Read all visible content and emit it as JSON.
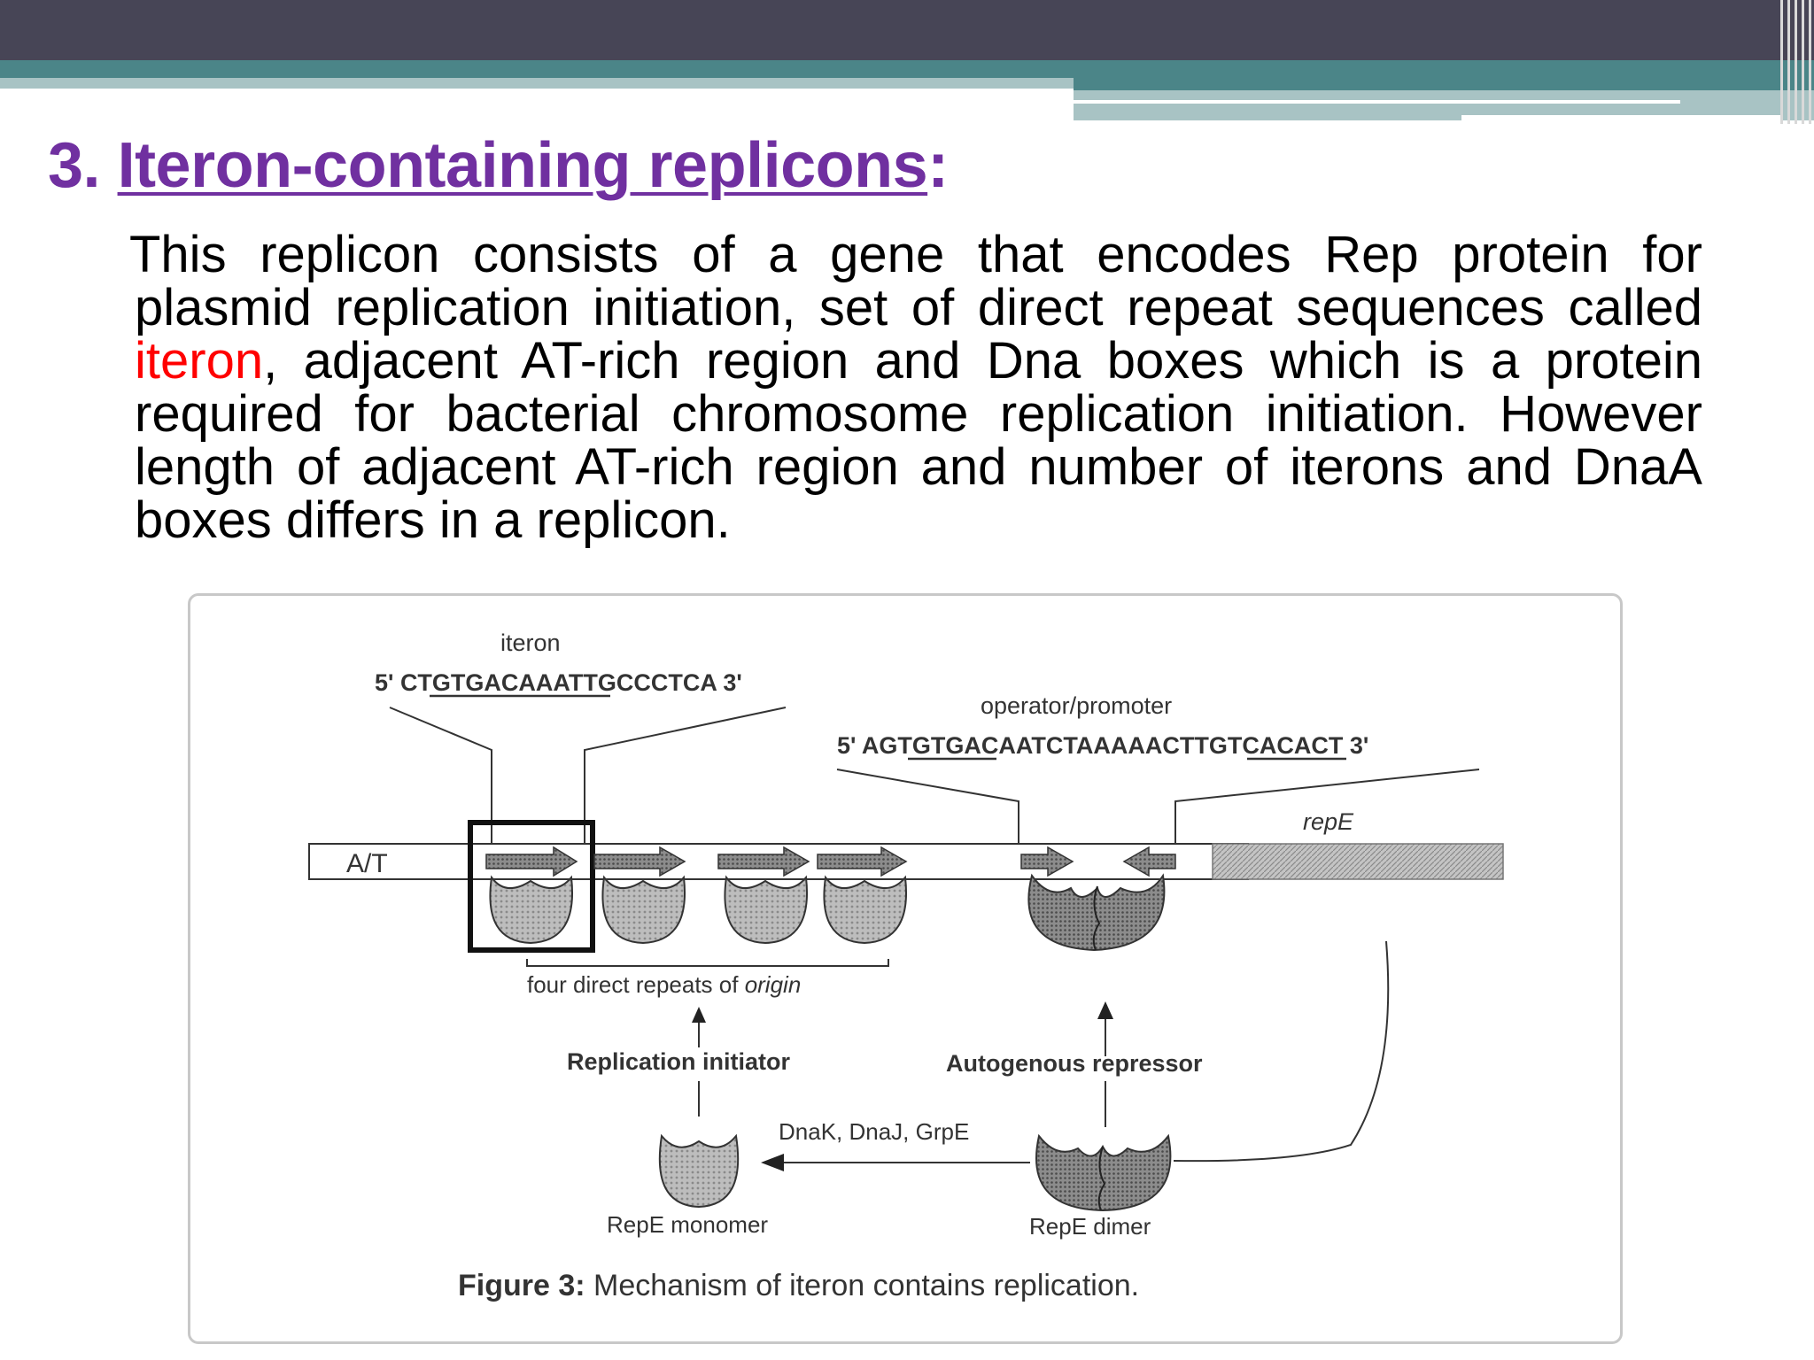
{
  "slide": {
    "number": "3.",
    "title_link": "Iteron-containing replicons",
    "title_suffix": ":",
    "paragraph": {
      "before": "This replicon consists of a gene that encodes Rep protein for plasmid replication initiation, set of direct repeat sequences called ",
      "highlight": "iteron",
      "after": ", adjacent AT-rich region and Dna boxes which is a protein required for bacterial chromosome replication initiation. However length of adjacent AT-rich region and number of iterons and DnaA boxes differs in a replicon."
    },
    "colors": {
      "title": "#7030a0",
      "highlight": "#ff0000",
      "header_dark": "#474556",
      "header_teal": "#4b8588",
      "header_light": "#a8c3c4"
    }
  },
  "figure": {
    "iteron_label": "iteron",
    "iteron_seq": "5' CTGTGACAAATTGCCCTCA 3'",
    "operator_label": "operator/promoter",
    "operator_seq": "5' AGTGTGACAATCTAAAAACTTGTCACACT 3'",
    "at_label": "A/T",
    "repe_label": "repE",
    "repeats_label": "four direct repeats of ",
    "repeats_label_italic": "origin",
    "replication_initiator": "Replication initiator",
    "autogenous_repressor": "Autogenous repressor",
    "chaperones": "DnaK, DnaJ, GrpE",
    "monomer_label": "RepE monomer",
    "dimer_label": "RepE dimer",
    "caption_bold": "Figure 3:",
    "caption_text": " Mechanism of iteron contains replication."
  }
}
